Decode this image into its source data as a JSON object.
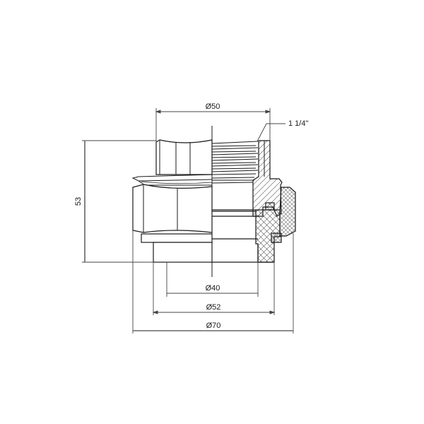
{
  "drawing": {
    "type": "technical-section-drawing",
    "subject": "pipe union fitting with female thread, half section view",
    "colors": {
      "line": "#1a1a1a",
      "dimension": "#555555",
      "background": "#ffffff"
    }
  },
  "dimensions": {
    "top_diameter": {
      "label": "Ø50"
    },
    "thread_size": {
      "label": "1 1/4\""
    },
    "height": {
      "label": "53"
    },
    "inner_diameter": {
      "label": "Ø40"
    },
    "mid_diameter": {
      "label": "Ø52"
    },
    "outer_diameter": {
      "label": "Ø70"
    }
  }
}
